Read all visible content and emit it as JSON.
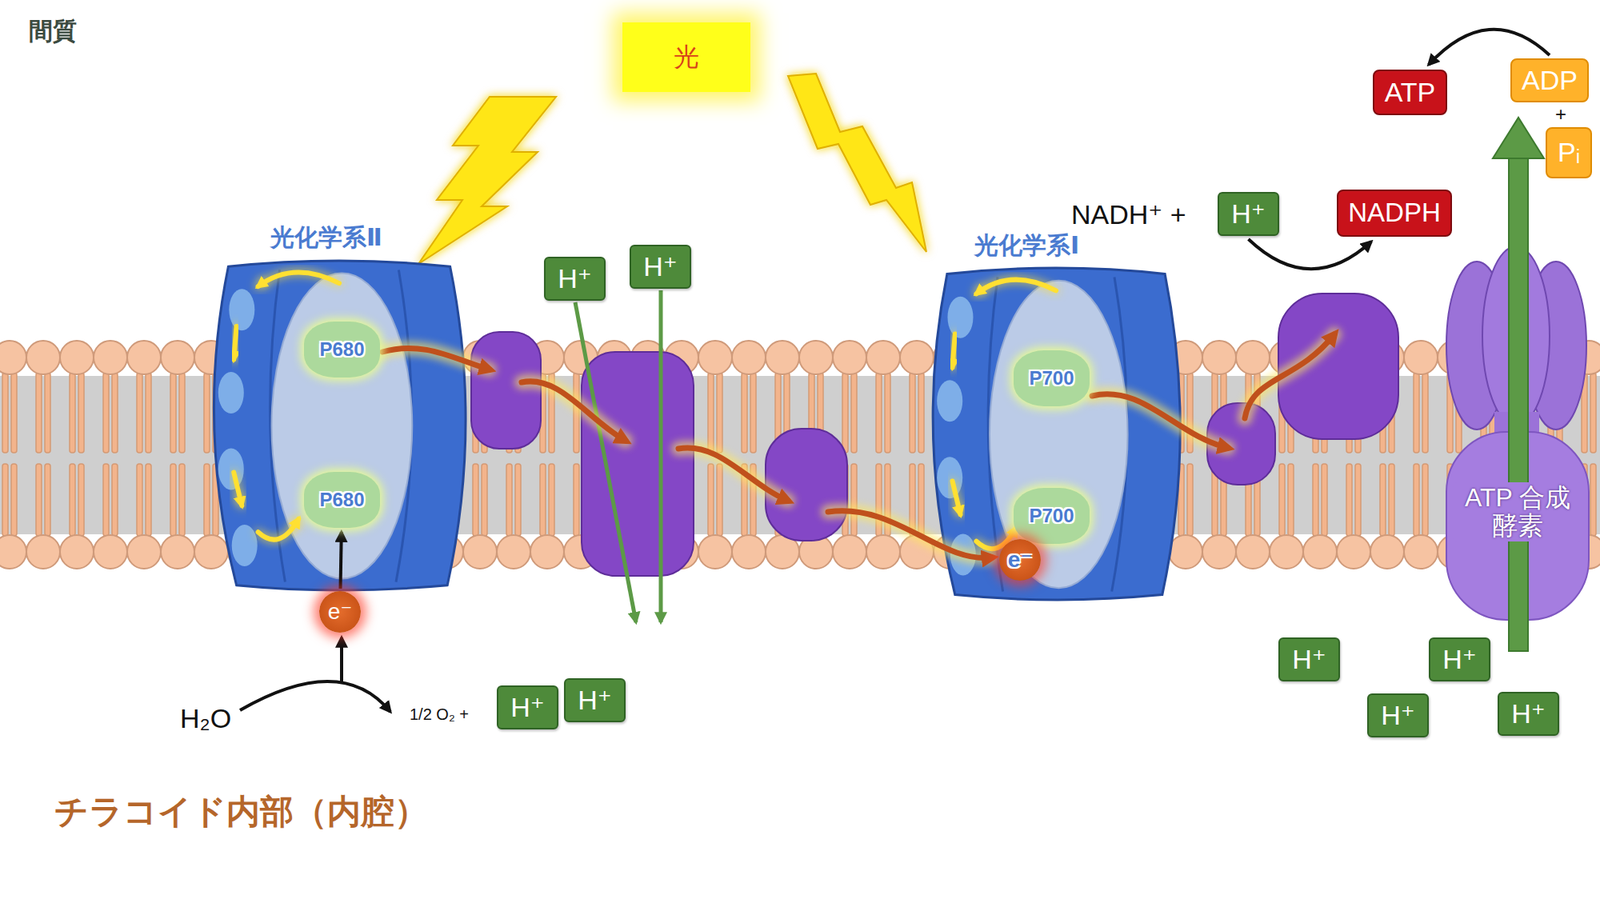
{
  "diagram": {
    "nodes": [
      {
        "text": [
          "光"
        ]
      },
      {
        "text": [
          "ATP"
        ]
      },
      {
        "text": [
          "ADP"
        ]
      },
      {
        "text": [
          "Pᵢ"
        ]
      },
      {
        "text": [
          "H⁺"
        ]
      },
      {
        "text": [
          "NADPH"
        ]
      },
      {
        "text": [
          "光化学系Ⅱ"
        ]
      },
      {
        "text": [
          "P680"
        ],
        "in": 6
      },
      {
        "text": [
          "P680"
        ],
        "in": 6
      },
      {
        "text": [
          "H⁺"
        ]
      },
      {
        "text": [
          "H⁺"
        ]
      },
      {
        "text": [
          "光化学系Ⅰ"
        ]
      },
      {
        "text": [
          "P700"
        ],
        "in": 11
      },
      {
        "text": [
          "P700"
        ],
        "in": 11
      },
      {
        "text": [
          "e⁻"
        ],
        "in": 11
      },
      {
        "text": [
          "ATP 合成酵素"
        ]
      },
      {
        "text": [
          "e⁻"
        ]
      },
      {
        "text": [
          "H⁺"
        ]
      },
      {
        "text": [
          "H⁺"
        ]
      },
      {
        "text": [
          "H⁺"
        ]
      },
      {
        "text": [
          "H⁺"
        ]
      },
      {
        "text": [
          "H⁺"
        ]
      },
      {
        "text": [
          "H⁺"
        ]
      }
    ],
    "edges": [
      {
        "from": 2,
        "to": 1,
        "arrow": "to"
      },
      {
        "from": 4,
        "to": 5,
        "arrow": "to"
      },
      {
        "from": 8,
        "to": 7,
        "arrow": "to"
      },
      {
        "from": 13,
        "to": 12,
        "arrow": "to"
      },
      {
        "from": 16,
        "to": 8,
        "arrow": "to"
      }
    ],
    "labels": [
      "間質",
      "NADH⁺ +",
      "+",
      "H₂O",
      "1/2 O₂ +",
      "チラコイド内部（内腔）"
    ]
  }
}
